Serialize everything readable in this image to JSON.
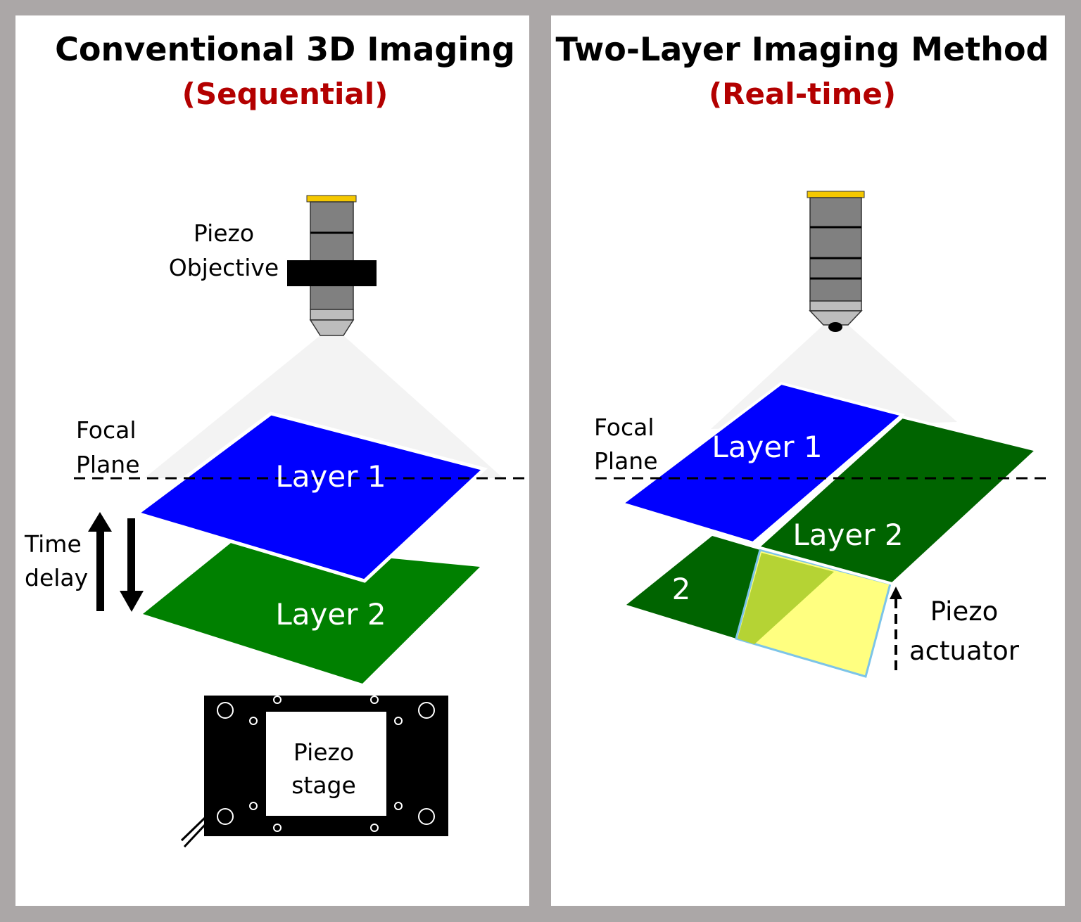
{
  "left": {
    "title": "Conventional 3D Imaging",
    "subtitle": "(Sequential)",
    "objective_label": [
      "Piezo",
      "Objective"
    ],
    "focal_label": [
      "Focal",
      "Plane"
    ],
    "layer1": "Layer 1",
    "layer2": "Layer 2",
    "time_label": [
      "Time",
      "delay"
    ],
    "stage_label": [
      "Piezo",
      "stage"
    ]
  },
  "right": {
    "title": "Two-Layer Imaging Method",
    "subtitle": "(Real-time)",
    "focal_label": [
      "Focal",
      "Plane"
    ],
    "layer1": "Layer 1",
    "layer2": "Layer 2",
    "layer2_partial": "2",
    "actuator_label": [
      "Piezo",
      "actuator"
    ]
  },
  "colors": {
    "blue": "#0000ff",
    "green": "#008000",
    "dark_green": "#006400",
    "yellow": "#ffff80",
    "red": "#b30000"
  }
}
